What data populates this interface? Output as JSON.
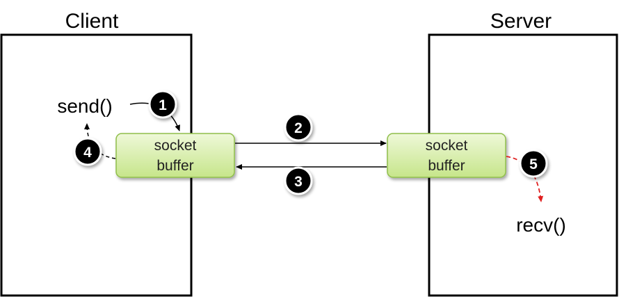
{
  "client": {
    "title": "Client",
    "call": "send()"
  },
  "server": {
    "title": "Server",
    "call": "recv()"
  },
  "client_buffer": {
    "line1": "socket",
    "line2": "buffer"
  },
  "server_buffer": {
    "line1": "socket",
    "line2": "buffer"
  },
  "steps": [
    "1",
    "2",
    "3",
    "4",
    "5"
  ],
  "colors": {
    "box_stroke": "#000000",
    "buffer_fill_top": "#eef8d8",
    "buffer_fill_bottom": "#c6e58a",
    "buffer_stroke": "#8fbe4a",
    "arrow": "#000000",
    "recv_arrow": "#e02020",
    "badge_fill": "#000000",
    "badge_ring": "#ffffff"
  }
}
